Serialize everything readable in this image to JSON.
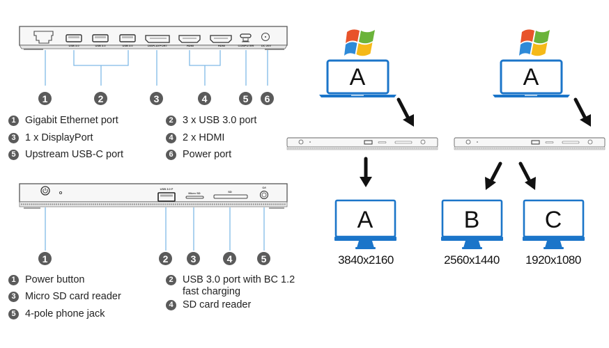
{
  "rear_panel": {
    "port_labels": {
      "usb1": "USB 3.0",
      "usb2": "USB 3.0",
      "usb3": "USB 3.0",
      "displayport": "DISPLAYPORT",
      "hdmi1": "HDMI",
      "hdmi2": "HDMI",
      "computer": "COMPUTER",
      "dc": "DC 20V"
    },
    "callouts": [
      "1",
      "2",
      "3",
      "4",
      "5",
      "6"
    ],
    "legend": [
      {
        "num": "1",
        "text": "Gigabit Ethernet port"
      },
      {
        "num": "2",
        "text": "3 x USB 3.0 port"
      },
      {
        "num": "3",
        "text": "1 x DisplayPort"
      },
      {
        "num": "4",
        "text": "2 x HDMI"
      },
      {
        "num": "5",
        "text": "Upstream USB-C port"
      },
      {
        "num": "6",
        "text": "Power port"
      }
    ]
  },
  "front_panel": {
    "port_labels": {
      "usb": "USB 3.0 F",
      "microsd": "Micro SD",
      "sd": "SD",
      "jack": "O/I"
    },
    "callouts": [
      "1",
      "2",
      "3",
      "4",
      "5"
    ],
    "legend": [
      {
        "num": "1",
        "text": "Power button"
      },
      {
        "num": "2",
        "text": "USB 3.0 port with BC 1.2",
        "text2": "fast charging"
      },
      {
        "num": "3",
        "text": "Micro SD card reader"
      },
      {
        "num": "4",
        "text": "SD card reader"
      },
      {
        "num": "5",
        "text": "4-pole phone jack"
      }
    ]
  },
  "setups": [
    {
      "laptop_letter": "A",
      "os_logo": "windows-logo",
      "monitors": [
        {
          "letter": "A",
          "resolution": "3840x2160"
        }
      ]
    },
    {
      "laptop_letter": "A",
      "os_logo": "windows-logo",
      "monitors": [
        {
          "letter": "B",
          "resolution": "2560x1440"
        },
        {
          "letter": "C",
          "resolution": "1920x1080"
        }
      ]
    }
  ],
  "colors": {
    "accent_blue": "#1b75c9",
    "callout_line": "#7fb9e6",
    "badge_gray": "#5a5a5a",
    "arrow": "#111111"
  }
}
